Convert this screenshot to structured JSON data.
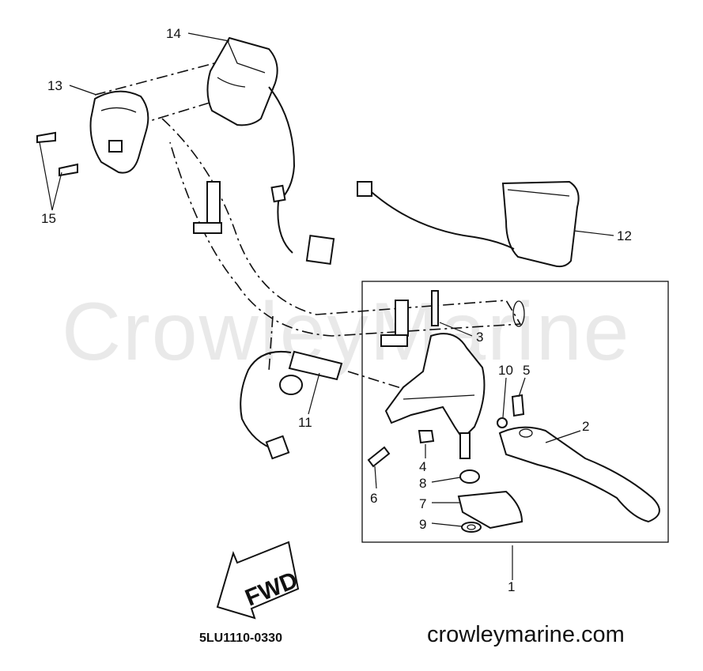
{
  "watermark": "CrowleyMarine",
  "fwd_label": "FWD",
  "diagram_code": "5LU1110-0330",
  "site": "crowleymarine.com",
  "callouts": {
    "c1": "1",
    "c2": "2",
    "c3": "3",
    "c4": "4",
    "c5": "5",
    "c6": "6",
    "c7": "7",
    "c8": "8",
    "c9": "9",
    "c10": "10",
    "c11": "11",
    "c12": "12",
    "c13": "13",
    "c14": "14",
    "c15": "15"
  },
  "colors": {
    "ink": "#111111",
    "watermark": "#e9e9e9",
    "background": "#ffffff"
  },
  "icons": [
    "fwd-arrow-icon"
  ]
}
